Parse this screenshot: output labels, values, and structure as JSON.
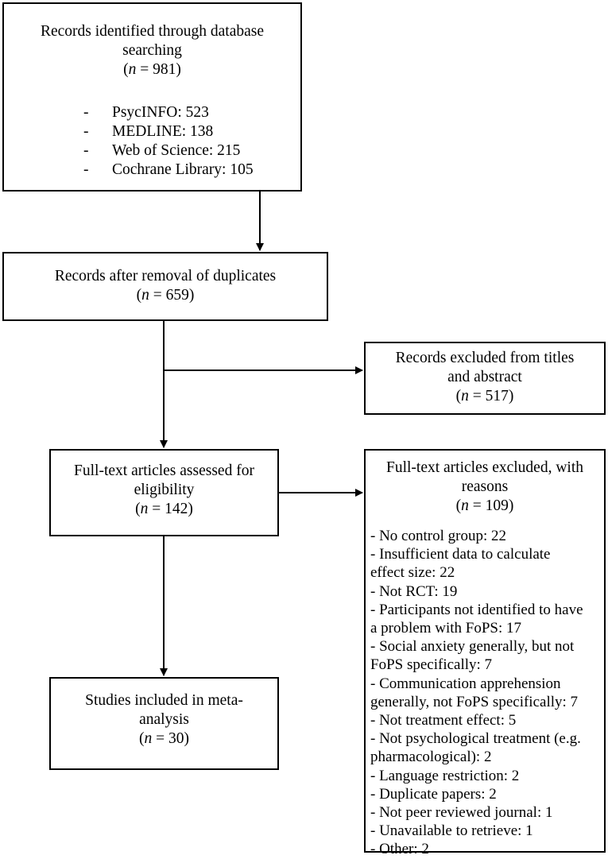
{
  "identification": {
    "title_lines": [
      "Records identified through database",
      "searching"
    ],
    "count": "981",
    "databases": [
      {
        "dash": "-",
        "label": "PsycINFO: 523"
      },
      {
        "dash": "-",
        "label": "MEDLINE: 138"
      },
      {
        "dash": "-",
        "label": "Web of Science: 215"
      },
      {
        "dash": "-",
        "label": "Cochrane Library: 105"
      }
    ]
  },
  "deduplicated": {
    "title_lines": [
      "Records after removal of duplicates"
    ],
    "count": "659"
  },
  "excluded_titles": {
    "title_lines": [
      "Records excluded from titles",
      "and abstract"
    ],
    "count": "517"
  },
  "fulltext_assessed": {
    "title_lines": [
      "Full-text articles assessed for",
      "eligibility"
    ],
    "count": "142"
  },
  "fulltext_excluded": {
    "title_lines": [
      "Full-text articles excluded, with",
      "reasons"
    ],
    "count": "109",
    "reasons": [
      "- No control group: 22",
      "- Insufficient data to calculate",
      "effect size: 22",
      "- Not RCT: 19",
      "- Participants not identified to have",
      "a problem with FoPS: 17",
      "- Social anxiety generally, but not",
      "FoPS specifically: 7",
      "- Communication apprehension",
      "generally, not FoPS specifically: 7",
      "- Not treatment effect: 5",
      "- Not psychological treatment (e.g.",
      "pharmacological): 2",
      "- Language restriction: 2",
      "- Duplicate papers: 2",
      "- Not peer reviewed journal: 1",
      "- Unavailable to retrieve: 1",
      "- Other: 2"
    ]
  },
  "included": {
    "title_lines": [
      "Studies included in meta-",
      "analysis"
    ],
    "count": "30"
  },
  "n_symbol": "n",
  "equals": " = "
}
